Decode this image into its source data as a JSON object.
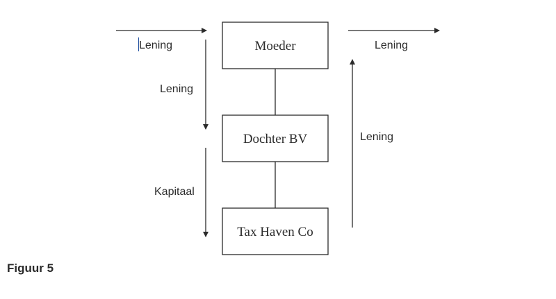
{
  "nodes": {
    "moeder": "Moeder",
    "dochter": "Dochter BV",
    "taxhaven": "Tax Haven Co"
  },
  "edges": {
    "incoming": "Lening",
    "outgoing": "Lening",
    "moeder_to_dochter": "Lening",
    "dochter_to_taxhaven": "Kapitaal",
    "taxhaven_to_outgoing": "Lening"
  },
  "caption": "Figuur 5",
  "colors": {
    "stroke": "#2b2b2b",
    "text": "#2b2b2b",
    "cursor": "#1f4fa0"
  }
}
